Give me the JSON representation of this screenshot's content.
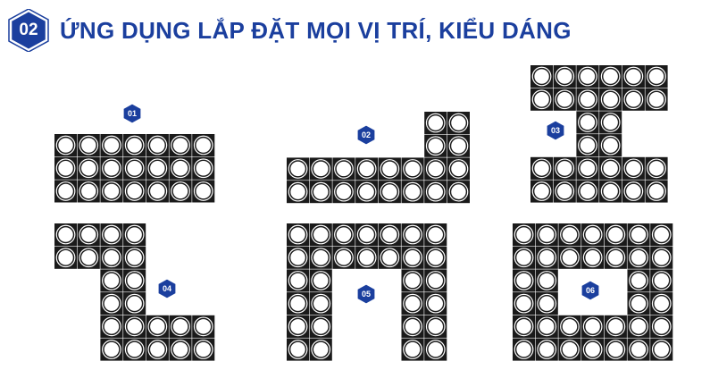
{
  "header": {
    "number": "02",
    "title": "ỨNG DỤNG LẮP ĐẶT MỌI VỊ TRÍ, KIỂU DÁNG"
  },
  "colors": {
    "accent": "#1b3f9e",
    "tile": "#1a1a1a",
    "tile_hole": "#ffffff"
  },
  "layouts": [
    {
      "label": "01"
    },
    {
      "label": "02"
    },
    {
      "label": "03"
    },
    {
      "label": "04"
    },
    {
      "label": "05"
    },
    {
      "label": "06"
    }
  ]
}
